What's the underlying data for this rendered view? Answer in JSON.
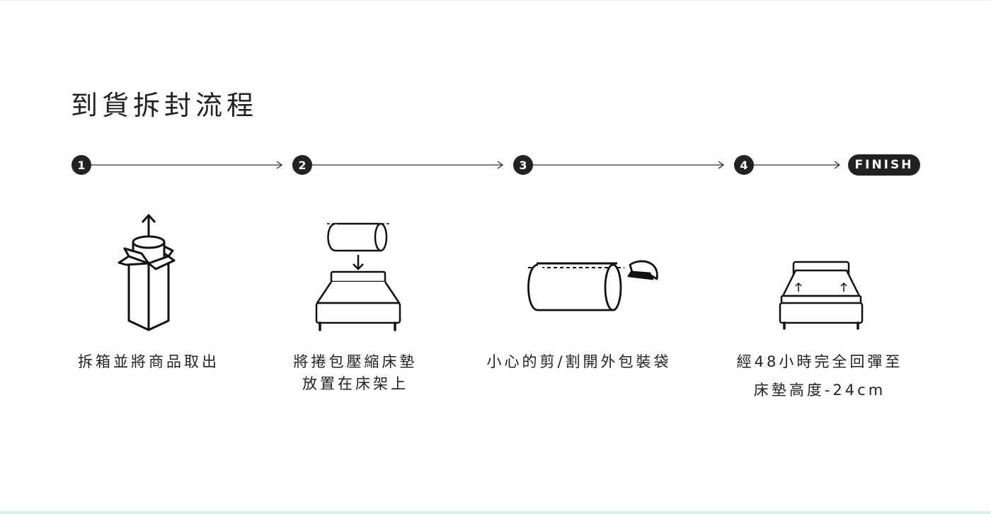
{
  "title": "到貨拆封流程",
  "steps": [
    {
      "number": "1",
      "caption_lines": [
        "拆箱並將商品取出"
      ]
    },
    {
      "number": "2",
      "caption_lines": [
        "將捲包壓縮床墊",
        "放置在床架上"
      ]
    },
    {
      "number": "3",
      "caption_lines": [
        "小心的剪/割開外包裝袋"
      ]
    },
    {
      "number": "4",
      "caption_lines": [
        "經48小時完全回彈至",
        "床墊高度-24cm"
      ]
    }
  ],
  "finish_label": "FINISH",
  "colors": {
    "ink": "#222222",
    "accent_bottom": "#dcefe8"
  }
}
